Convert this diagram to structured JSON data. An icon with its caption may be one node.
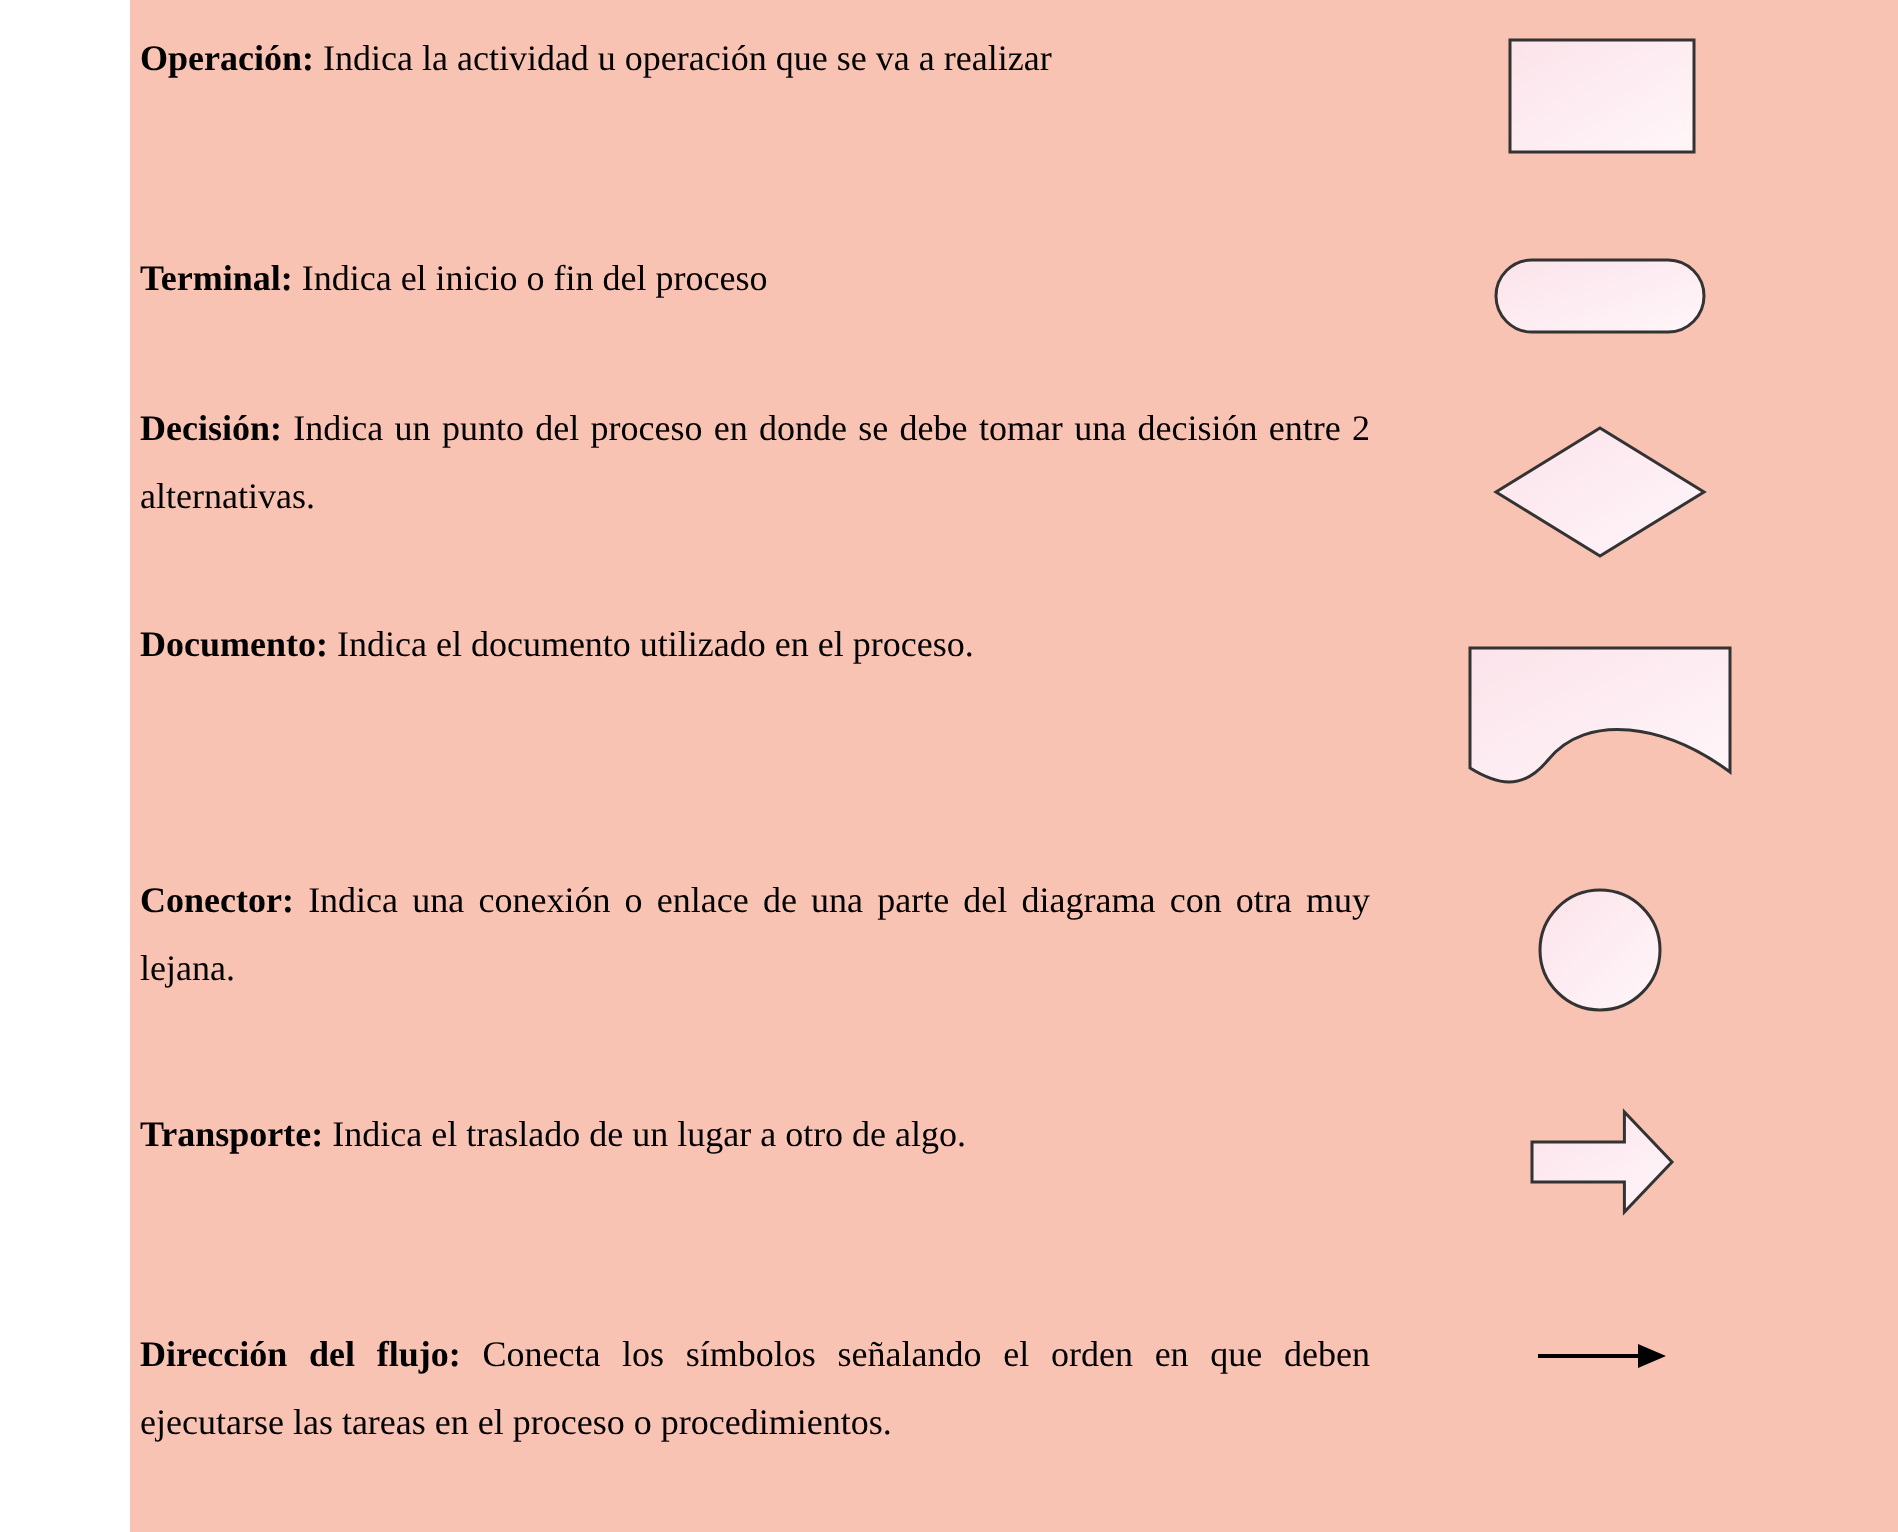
{
  "diagram": {
    "legend": [
      {
        "text": "**Operación:** Indica la actividad u operación que se va a realizar"
      },
      {
        "text": "**Terminal:** Indica el inicio o fin del proceso"
      },
      {
        "text": "**Decisión:** Indica un punto del proceso en donde se debe tomar una decisión entre 2 alternativas."
      },
      {
        "text": "**Documento:** Indica el documento utilizado en el proceso."
      },
      {
        "text": "**Conector:** Indica una conexión o enlace de una parte del diagrama con otra muy lejana."
      },
      {
        "text": "**Transporte:** Indica el traslado de un lugar a otro de algo."
      },
      {
        "text": "**Dirección del flujo:** Conecta los símbolos señalando el orden en que deben ejecutarse las tareas en el proceso o procedimientos."
      }
    ]
  }
}
